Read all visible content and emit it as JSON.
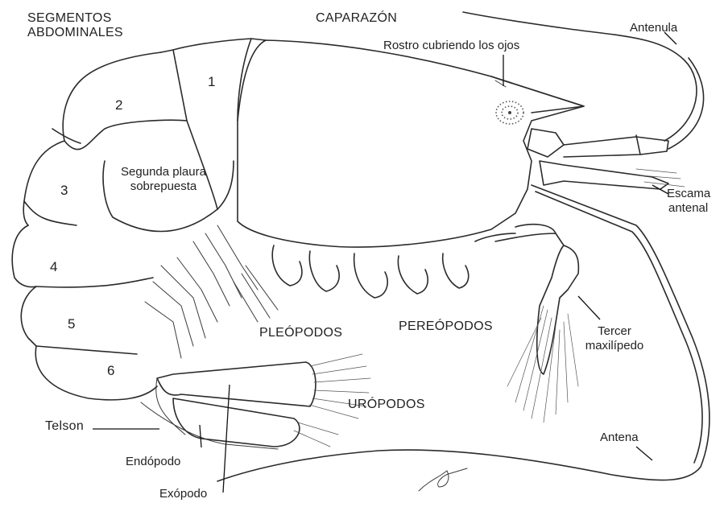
{
  "labels": {
    "segmentos_line1": "SEGMENTOS",
    "segmentos_line2": "ABDOMINALES",
    "caparazon": "CAPARAZÓN",
    "antenula": "Antenula",
    "rostro": "Rostro cubriendo los ojos",
    "escama_line1": "Escama",
    "escama_line2": "antenal",
    "segunda_line1": "Segunda plaura",
    "segunda_line2": "sobrepuesta",
    "pleopodos": "PLEÓPODOS",
    "pereopodos": "PEREÓPODOS",
    "tercer_line1": "Tercer",
    "tercer_line2": "maxilípedo",
    "uropodos": "URÓPODOS",
    "telson": "Telson",
    "endopodo": "Endópodo",
    "exopodo": "Exópodo",
    "antena": "Antena"
  },
  "segment_numbers": [
    "1",
    "2",
    "3",
    "4",
    "5",
    "6"
  ]
}
